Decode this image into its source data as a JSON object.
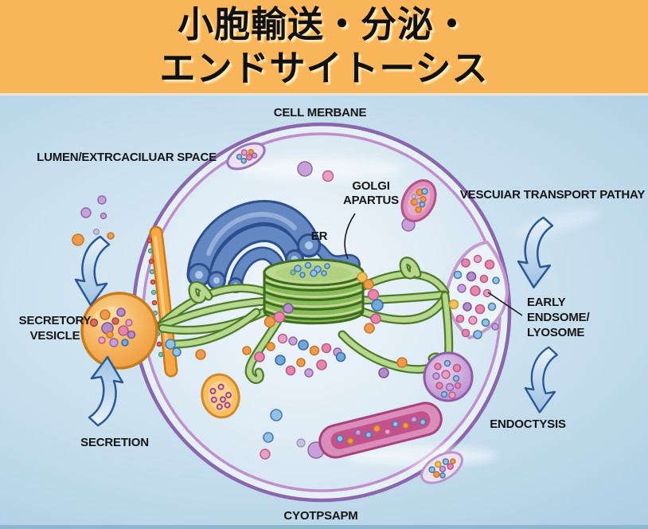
{
  "title": {
    "line1": "小胞輸送・分泌・",
    "line2": "エンドサイトーシス"
  },
  "labels": {
    "cell_membrane": "CELL MERBANE",
    "lumen": "LUMEN/EXTRCACILUAR SPACE",
    "golgi_line1": "GOLGI",
    "golgi_line2": "APARTUS",
    "er": "ER",
    "vesicular_transport": "VESCUIAR TRANSPORT PATHAY",
    "early_line1": "EARLY",
    "early_line2": "ENDSOME/",
    "early_line3": "LYOSOME",
    "secretory_line1": "SECRETORY",
    "secretory_line2": "VESICLE",
    "secretion": "SECRETION",
    "endocytosis": "ENDOCTYSIS",
    "cytoplasm": "CYOTPSAPM"
  },
  "palette": {
    "banner_bg": "#F8B559",
    "title_text": "#111111",
    "background_blue": "#C8DFEE",
    "membrane_outer_purple": "#8A66AC",
    "membrane_inner_purple": "#BF8FCC",
    "er_blue": "#6388C2",
    "golgi_green": "#8ABB58",
    "network_green": "#B7D78E",
    "secretory_vesicle_orange": "#F3A94E",
    "endosome_pink": "#DE8FBC",
    "lysosome_magenta": "#C2528C",
    "late_endosome_purple": "#C49BD1",
    "arrow_blue": "#C2DAEE",
    "label_text": "#161616"
  }
}
